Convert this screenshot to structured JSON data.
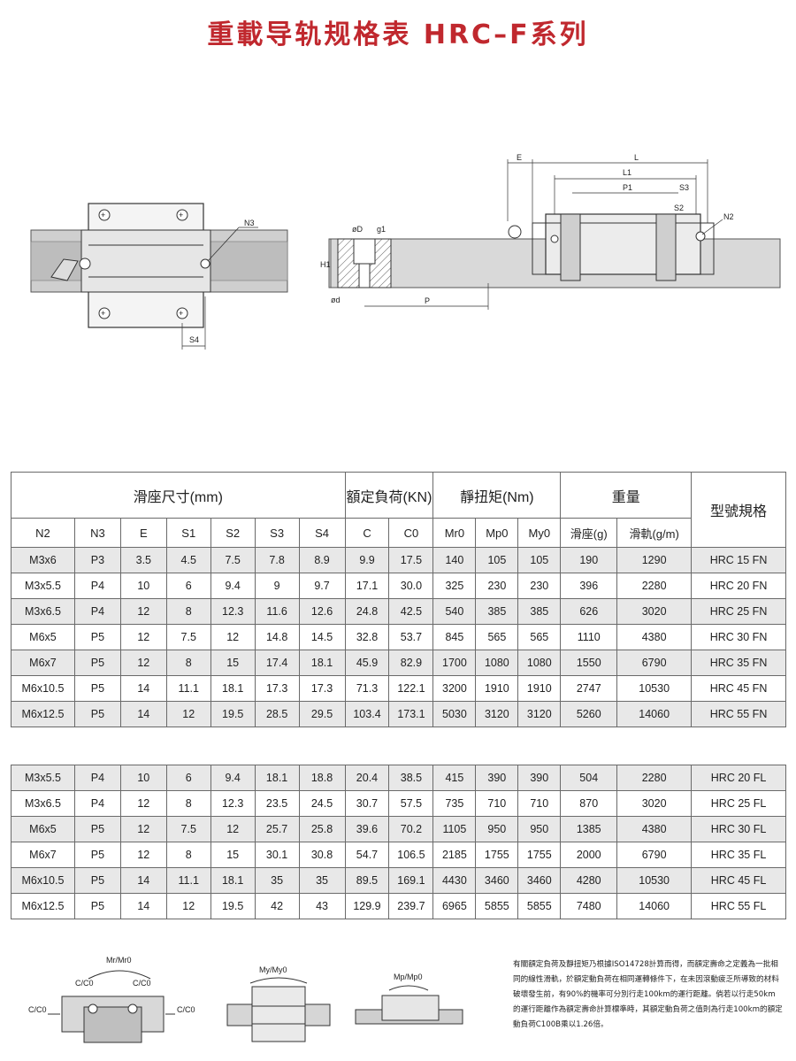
{
  "title": "重載导轨规格表 HRC–F系列",
  "table_headers": {
    "block_size": "滑座尺寸(mm)",
    "rated_load": "額定負荷(KN)",
    "static_torque": "靜扭矩(Nm)",
    "weight": "重量",
    "model": "型號規格",
    "cols": [
      "N2",
      "N3",
      "E",
      "S1",
      "S2",
      "S3",
      "S4",
      "C",
      "C0",
      "Mr0",
      "Mp0",
      "My0",
      "滑座(g)",
      "滑軌(g/m)"
    ]
  },
  "fn_rows": [
    [
      "M3x6",
      "P3",
      "3.5",
      "4.5",
      "7.5",
      "7.8",
      "8.9",
      "9.9",
      "17.5",
      "140",
      "105",
      "105",
      "190",
      "1290",
      "HRC 15 FN"
    ],
    [
      "M3x5.5",
      "P4",
      "10",
      "6",
      "9.4",
      "9",
      "9.7",
      "17.1",
      "30.0",
      "325",
      "230",
      "230",
      "396",
      "2280",
      "HRC 20 FN"
    ],
    [
      "M3x6.5",
      "P4",
      "12",
      "8",
      "12.3",
      "11.6",
      "12.6",
      "24.8",
      "42.5",
      "540",
      "385",
      "385",
      "626",
      "3020",
      "HRC 25 FN"
    ],
    [
      "M6x5",
      "P5",
      "12",
      "7.5",
      "12",
      "14.8",
      "14.5",
      "32.8",
      "53.7",
      "845",
      "565",
      "565",
      "1110",
      "4380",
      "HRC 30 FN"
    ],
    [
      "M6x7",
      "P5",
      "12",
      "8",
      "15",
      "17.4",
      "18.1",
      "45.9",
      "82.9",
      "1700",
      "1080",
      "1080",
      "1550",
      "6790",
      "HRC 35 FN"
    ],
    [
      "M6x10.5",
      "P5",
      "14",
      "11.1",
      "18.1",
      "17.3",
      "17.3",
      "71.3",
      "122.1",
      "3200",
      "1910",
      "1910",
      "2747",
      "10530",
      "HRC 45 FN"
    ],
    [
      "M6x12.5",
      "P5",
      "14",
      "12",
      "19.5",
      "28.5",
      "29.5",
      "103.4",
      "173.1",
      "5030",
      "3120",
      "3120",
      "5260",
      "14060",
      "HRC 55 FN"
    ]
  ],
  "fl_rows": [
    [
      "M3x5.5",
      "P4",
      "10",
      "6",
      "9.4",
      "18.1",
      "18.8",
      "20.4",
      "38.5",
      "415",
      "390",
      "390",
      "504",
      "2280",
      "HRC 20 FL"
    ],
    [
      "M3x6.5",
      "P4",
      "12",
      "8",
      "12.3",
      "23.5",
      "24.5",
      "30.7",
      "57.5",
      "735",
      "710",
      "710",
      "870",
      "3020",
      "HRC 25 FL"
    ],
    [
      "M6x5",
      "P5",
      "12",
      "7.5",
      "12",
      "25.7",
      "25.8",
      "39.6",
      "70.2",
      "1105",
      "950",
      "950",
      "1385",
      "4380",
      "HRC 30 FL"
    ],
    [
      "M6x7",
      "P5",
      "12",
      "8",
      "15",
      "30.1",
      "30.8",
      "54.7",
      "106.5",
      "2185",
      "1755",
      "1755",
      "2000",
      "6790",
      "HRC 35 FL"
    ],
    [
      "M6x10.5",
      "P5",
      "14",
      "11.1",
      "18.1",
      "35",
      "35",
      "89.5",
      "169.1",
      "4430",
      "3460",
      "3460",
      "4280",
      "10530",
      "HRC 45 FL"
    ],
    [
      "M6x12.5",
      "P5",
      "14",
      "12",
      "19.5",
      "42",
      "43",
      "129.9",
      "239.7",
      "6965",
      "5855",
      "5855",
      "7480",
      "14060",
      "HRC 55 FL"
    ]
  ],
  "drawing_labels": {
    "n3": "N3",
    "s4": "S4",
    "e": "E",
    "l": "L",
    "l1": "L1",
    "p1": "P1",
    "s3": "S3",
    "s2": "S2",
    "n2": "N2",
    "od_big": "øD",
    "g1": "g1",
    "h1": "H1",
    "od_small": "ød",
    "p": "P"
  },
  "moment_labels": {
    "mr": "Mr/Mr0",
    "c_c0": "C/C0",
    "my": "My/My0",
    "mp": "Mp/Mp0"
  },
  "note": "有關額定負荷及靜扭矩乃根據ISO14728計算而得，而額定壽命之定義為一批相同的線性滑軌，於額定動負荷在相同運轉條件下，在未因滾動疲乏所導致的材料破壞發生前，有90%的機率可分別行走100km的運行距離。倘若以行走50km的運行距離作為額定壽命計算標準時，其額定動負荷之值則為行走100km的額定動負荷C100B乘以1.26倍。"
}
